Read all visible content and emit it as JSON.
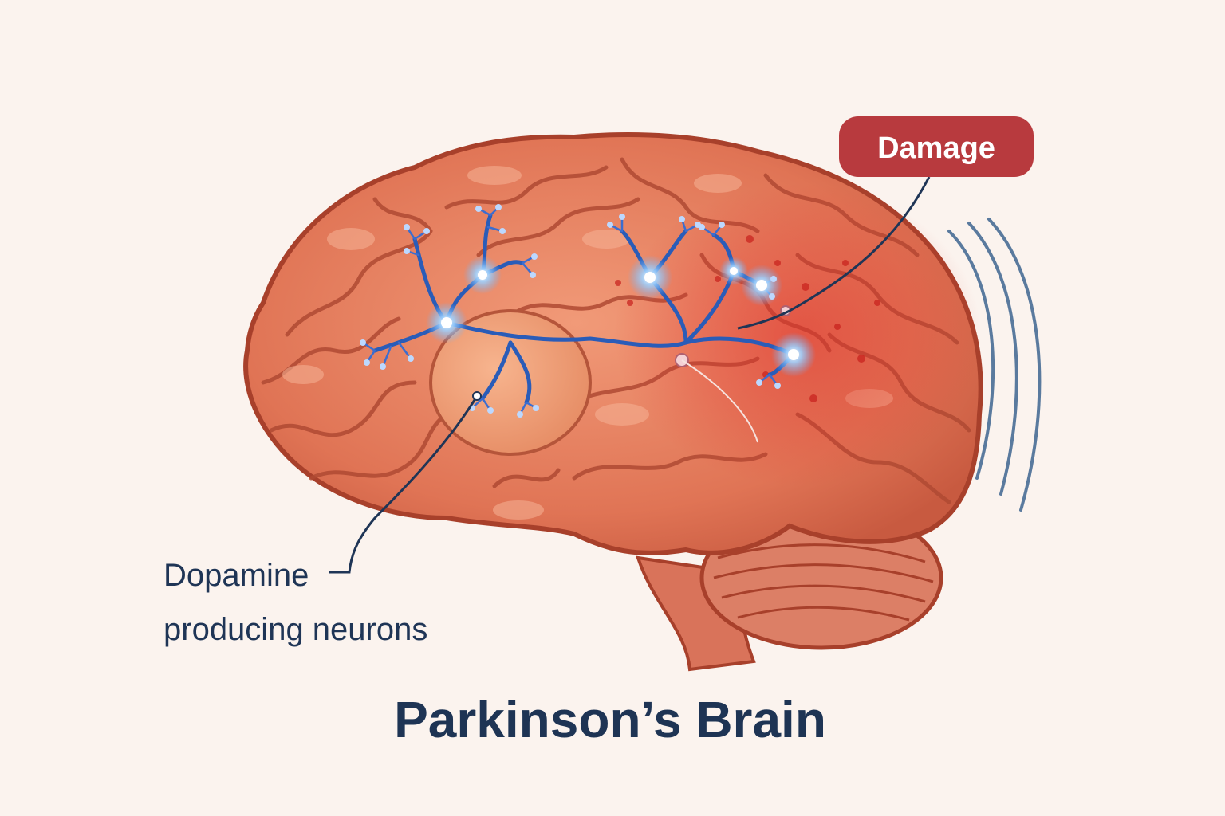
{
  "title": "Parkinson’s Brain",
  "labels": {
    "neurons_line1": "Dopamine",
    "neurons_line2": "producing neurons",
    "damage": "Damage"
  },
  "colors": {
    "background": "#fbf3ee",
    "brain": "#e27a5a",
    "brain_outline": "#a8402b",
    "neuron": "#2a5cb8",
    "neuron_glow": "#bfe0ff",
    "damage": "#b83a3e",
    "text": "#1f3556"
  }
}
